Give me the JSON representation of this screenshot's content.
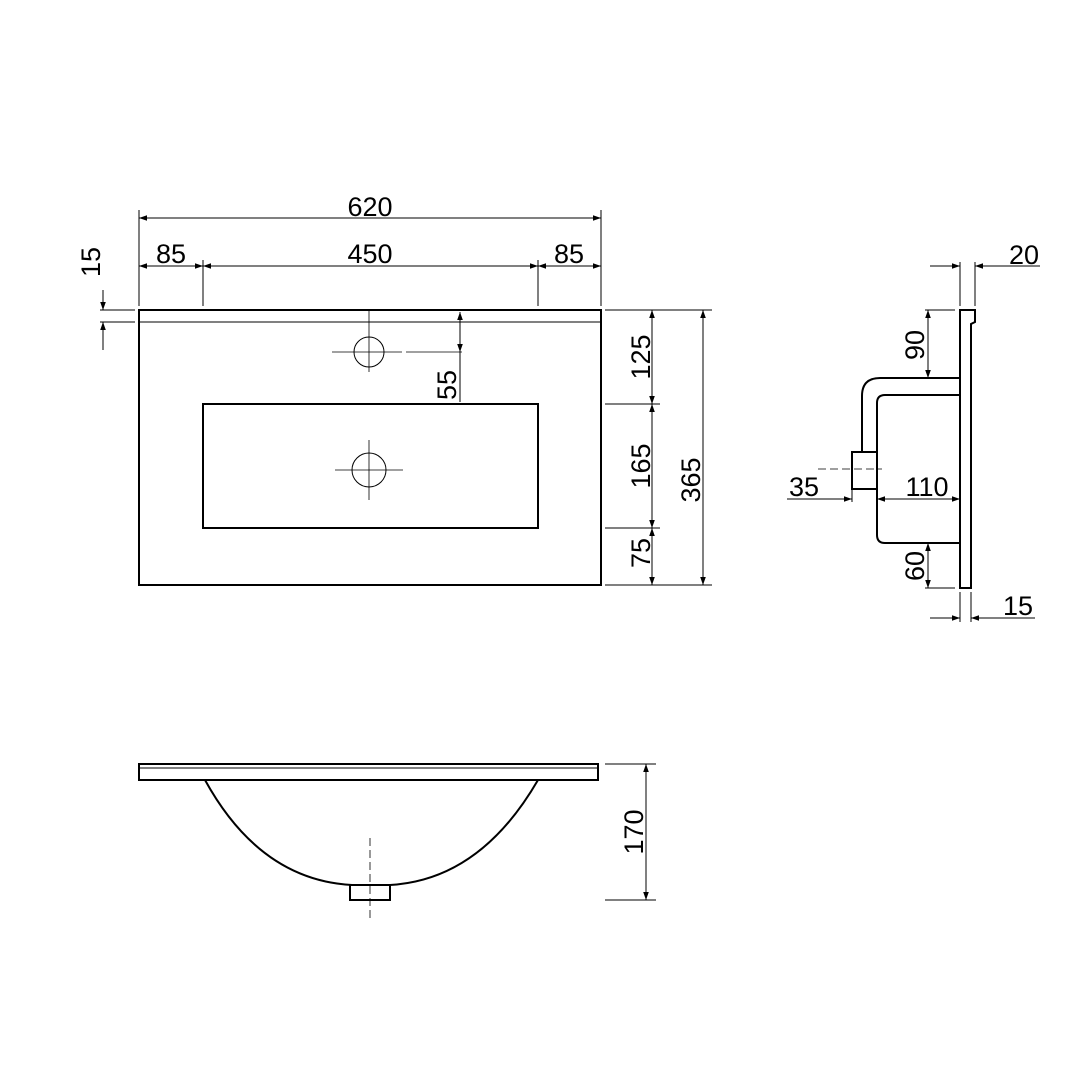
{
  "drawing": {
    "top_view": {
      "overall_width": "620",
      "left_margin": "85",
      "basin_width": "450",
      "right_margin": "85",
      "rim_thickness": "15",
      "tap_hole_offset": "55",
      "top_to_basin": "125",
      "basin_depth": "165",
      "basin_to_front": "75",
      "overall_depth": "365"
    },
    "side_view": {
      "plate_total": "20",
      "top_to_bowl": "90",
      "drain_offset": "35",
      "bowl_projection": "110",
      "bowl_to_bottom": "60",
      "plate_thickness": "15"
    },
    "front_view": {
      "overall_height": "170"
    }
  }
}
